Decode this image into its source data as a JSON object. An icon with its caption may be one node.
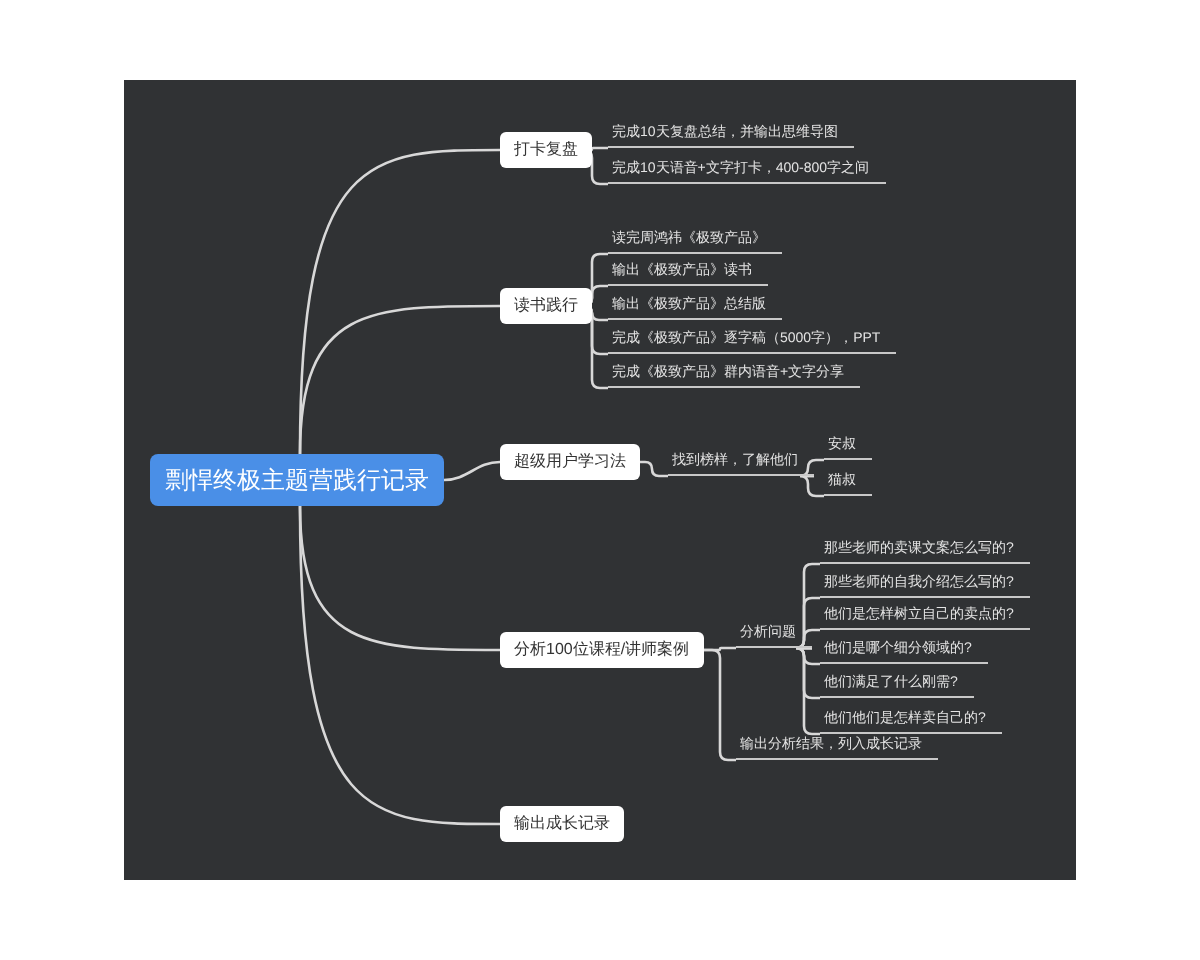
{
  "diagram": {
    "nodes": [
      {
        "text": [
          "剽悍终极主题营践行记录"
        ]
      },
      {
        "text": [
          "打卡复盘"
        ]
      },
      {
        "text": [
          "完成10天复盘总结，并输出思维导图"
        ]
      },
      {
        "text": [
          "完成10天语音+文字打卡，400-800字之间"
        ]
      },
      {
        "text": [
          "读书践行"
        ]
      },
      {
        "text": [
          "读完周鸿祎《极致产品》"
        ]
      },
      {
        "text": [
          "输出《极致产品》读书"
        ]
      },
      {
        "text": [
          "输出《极致产品》总结版"
        ]
      },
      {
        "text": [
          "完成《极致产品》逐字稿（5000字），PPT"
        ]
      },
      {
        "text": [
          "完成《极致产品》群内语音+文字分享"
        ]
      },
      {
        "text": [
          "超级用户学习法"
        ]
      },
      {
        "text": [
          "找到榜样，了解他们"
        ]
      },
      {
        "text": [
          "安叔"
        ]
      },
      {
        "text": [
          "猫叔"
        ]
      },
      {
        "text": [
          "分析100位课程/讲师案例"
        ]
      },
      {
        "text": [
          "分析问题"
        ]
      },
      {
        "text": [
          "那些老师的卖课文案怎么写的?"
        ]
      },
      {
        "text": [
          "那些老师的自我介绍怎么写的?"
        ]
      },
      {
        "text": [
          "他们是怎样树立自己的卖点的?"
        ]
      },
      {
        "text": [
          "他们是哪个细分领域的?"
        ]
      },
      {
        "text": [
          "他们满足了什么刚需?"
        ]
      },
      {
        "text": [
          "他们他们是怎样卖自己的?"
        ]
      },
      {
        "text": [
          "输出分析结果，列入成长记录"
        ]
      },
      {
        "text": [
          "输出成长记录"
        ]
      }
    ],
    "edges": [
      {
        "from": 0,
        "to": 1,
        "arrow": "none"
      },
      {
        "from": 1,
        "to": 2,
        "arrow": "none"
      },
      {
        "from": 1,
        "to": 3,
        "arrow": "none"
      },
      {
        "from": 0,
        "to": 4,
        "arrow": "none"
      },
      {
        "from": 4,
        "to": 5,
        "arrow": "none"
      },
      {
        "from": 4,
        "to": 6,
        "arrow": "none"
      },
      {
        "from": 4,
        "to": 7,
        "arrow": "none"
      },
      {
        "from": 4,
        "to": 8,
        "arrow": "none"
      },
      {
        "from": 4,
        "to": 9,
        "arrow": "none"
      },
      {
        "from": 0,
        "to": 10,
        "arrow": "none"
      },
      {
        "from": 10,
        "to": 11,
        "arrow": "none"
      },
      {
        "from": 11,
        "to": 12,
        "arrow": "none"
      },
      {
        "from": 11,
        "to": 13,
        "arrow": "none"
      },
      {
        "from": 0,
        "to": 14,
        "arrow": "none"
      },
      {
        "from": 14,
        "to": 15,
        "arrow": "none"
      },
      {
        "from": 15,
        "to": 16,
        "arrow": "none"
      },
      {
        "from": 15,
        "to": 17,
        "arrow": "none"
      },
      {
        "from": 15,
        "to": 18,
        "arrow": "none"
      },
      {
        "from": 15,
        "to": 19,
        "arrow": "none"
      },
      {
        "from": 15,
        "to": 20,
        "arrow": "none"
      },
      {
        "from": 15,
        "to": 21,
        "arrow": "none"
      },
      {
        "from": 14,
        "to": 22,
        "arrow": "none"
      },
      {
        "from": 0,
        "to": 23,
        "arrow": "none"
      }
    ]
  }
}
